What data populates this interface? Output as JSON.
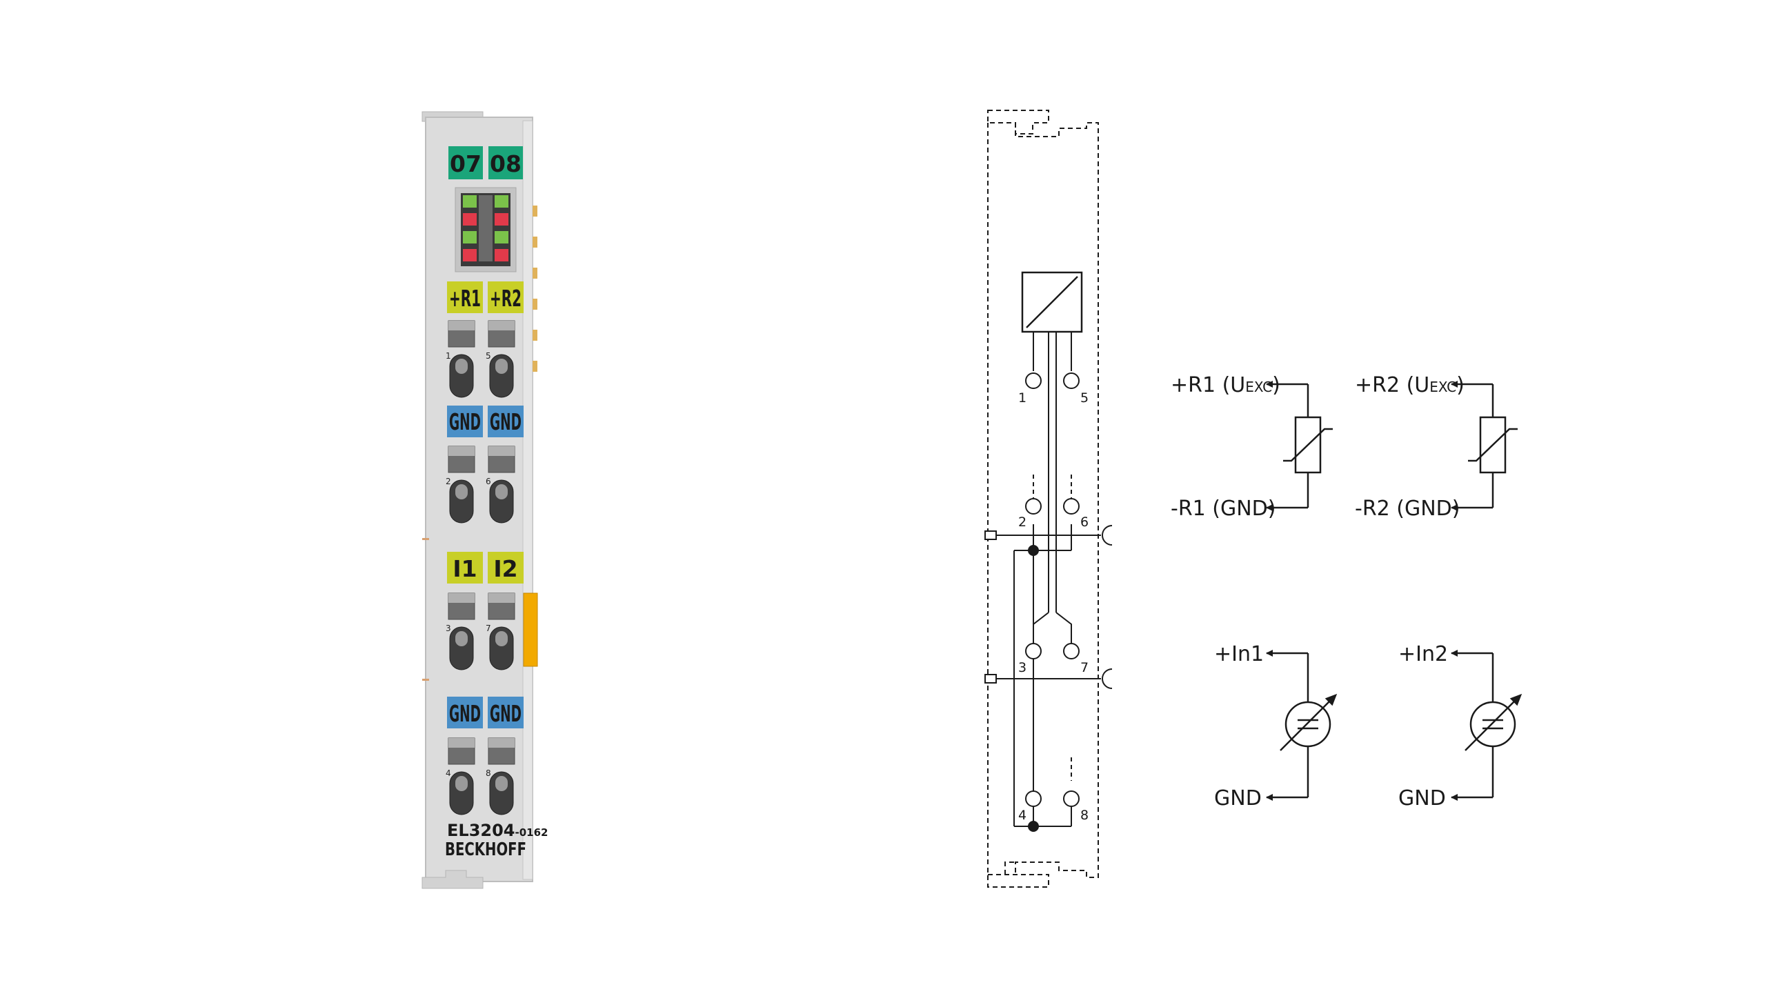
{
  "terminal": {
    "model": "EL3204",
    "variant": "-0162",
    "brand": "BECKHOFF",
    "colors": {
      "housing": "#dcdcdc",
      "green": "#1aa57a",
      "yellow": "#c8cf27",
      "blue": "#4a8fc7",
      "orange": "#f2a900",
      "led_green": "#7bc24a",
      "led_red": "#e23a4a"
    },
    "status_labels": [
      "07",
      "08"
    ],
    "row1_labels": [
      "+R1",
      "+R2"
    ],
    "row2_labels": [
      "GND",
      "GND"
    ],
    "row3_labels": [
      "I1",
      "I2"
    ],
    "row4_labels": [
      "GND",
      "GND"
    ],
    "pin_numbers": {
      "row1": [
        "1",
        "5"
      ],
      "row2": [
        "2",
        "6"
      ],
      "row3": [
        "3",
        "7"
      ],
      "row4": [
        "4",
        "8"
      ]
    }
  },
  "schematic": {
    "pins": {
      "p1": "1",
      "p5": "5",
      "p2": "2",
      "p6": "6",
      "p3": "3",
      "p7": "7",
      "p4": "4",
      "p8": "8"
    }
  },
  "legend": {
    "r1_pos": "+R1 (U",
    "r1_pos_sub": "EXC",
    "r1_pos_end": ")",
    "r1_neg": "-R1 (GND)",
    "r2_pos": "+R2 (U",
    "r2_pos_sub": "EXC",
    "r2_pos_end": ")",
    "r2_neg": "-R2 (GND)",
    "in1_pos": "+In1",
    "in1_gnd": "GND",
    "in2_pos": "+In2",
    "in2_gnd": "GND"
  }
}
